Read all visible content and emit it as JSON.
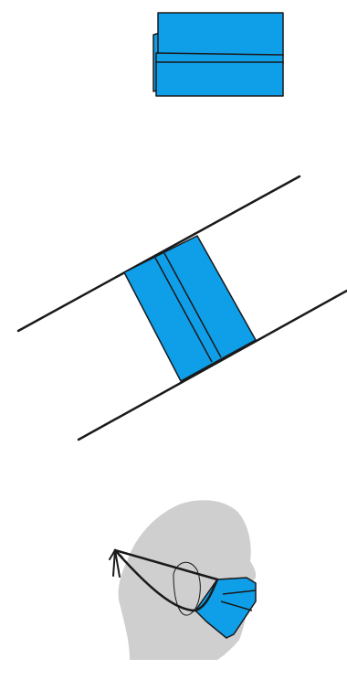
{
  "colors": {
    "fabric": "#0f9ee8",
    "stroke": "#1a1a1a",
    "head": "#cfcfcf",
    "background": "#ffffff"
  },
  "steps": [
    {
      "name": "folded-fabric-strip"
    },
    {
      "name": "fabric-with-ties"
    },
    {
      "name": "mask-worn-on-head"
    }
  ]
}
